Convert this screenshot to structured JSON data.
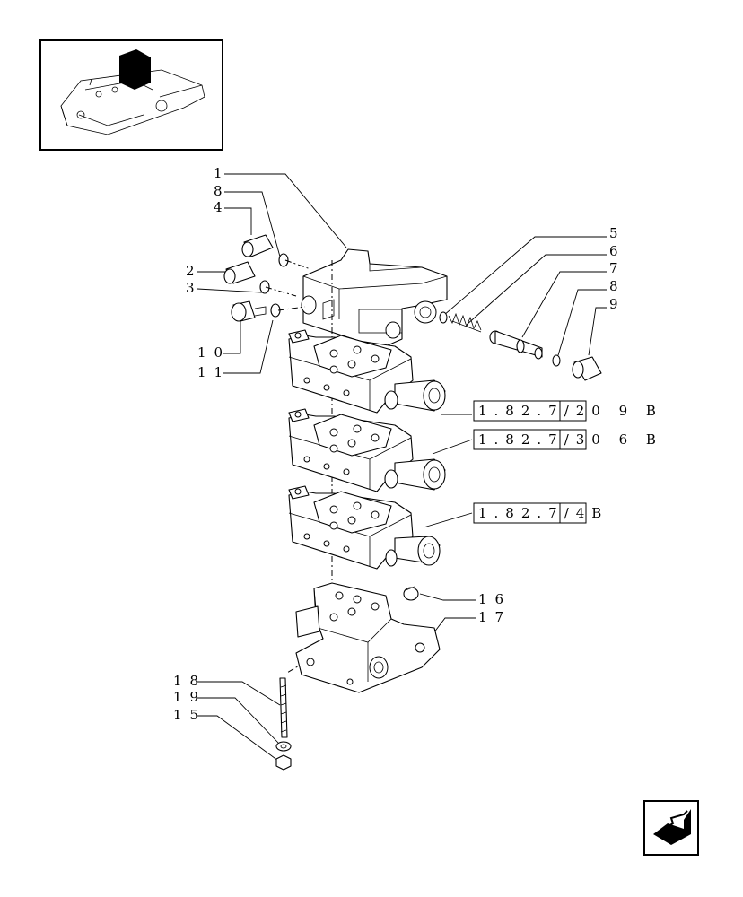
{
  "callouts": {
    "c1": "1",
    "c8a": "8",
    "c4": "4",
    "c2": "2",
    "c3": "3",
    "c10": "10",
    "c11": "11",
    "c5": "5",
    "c6": "6",
    "c7": "7",
    "c8b": "8",
    "c9": "9",
    "c16": "16",
    "c17": "17",
    "c18": "18",
    "c19": "19",
    "c15": "15"
  },
  "references": {
    "ref1": "1.82.7/20 9 B",
    "ref2": "1.82.7/30 6 B",
    "ref3": "1.82.7/4B"
  },
  "navigation": {
    "next_icon": "next-page-arrow-icon"
  }
}
